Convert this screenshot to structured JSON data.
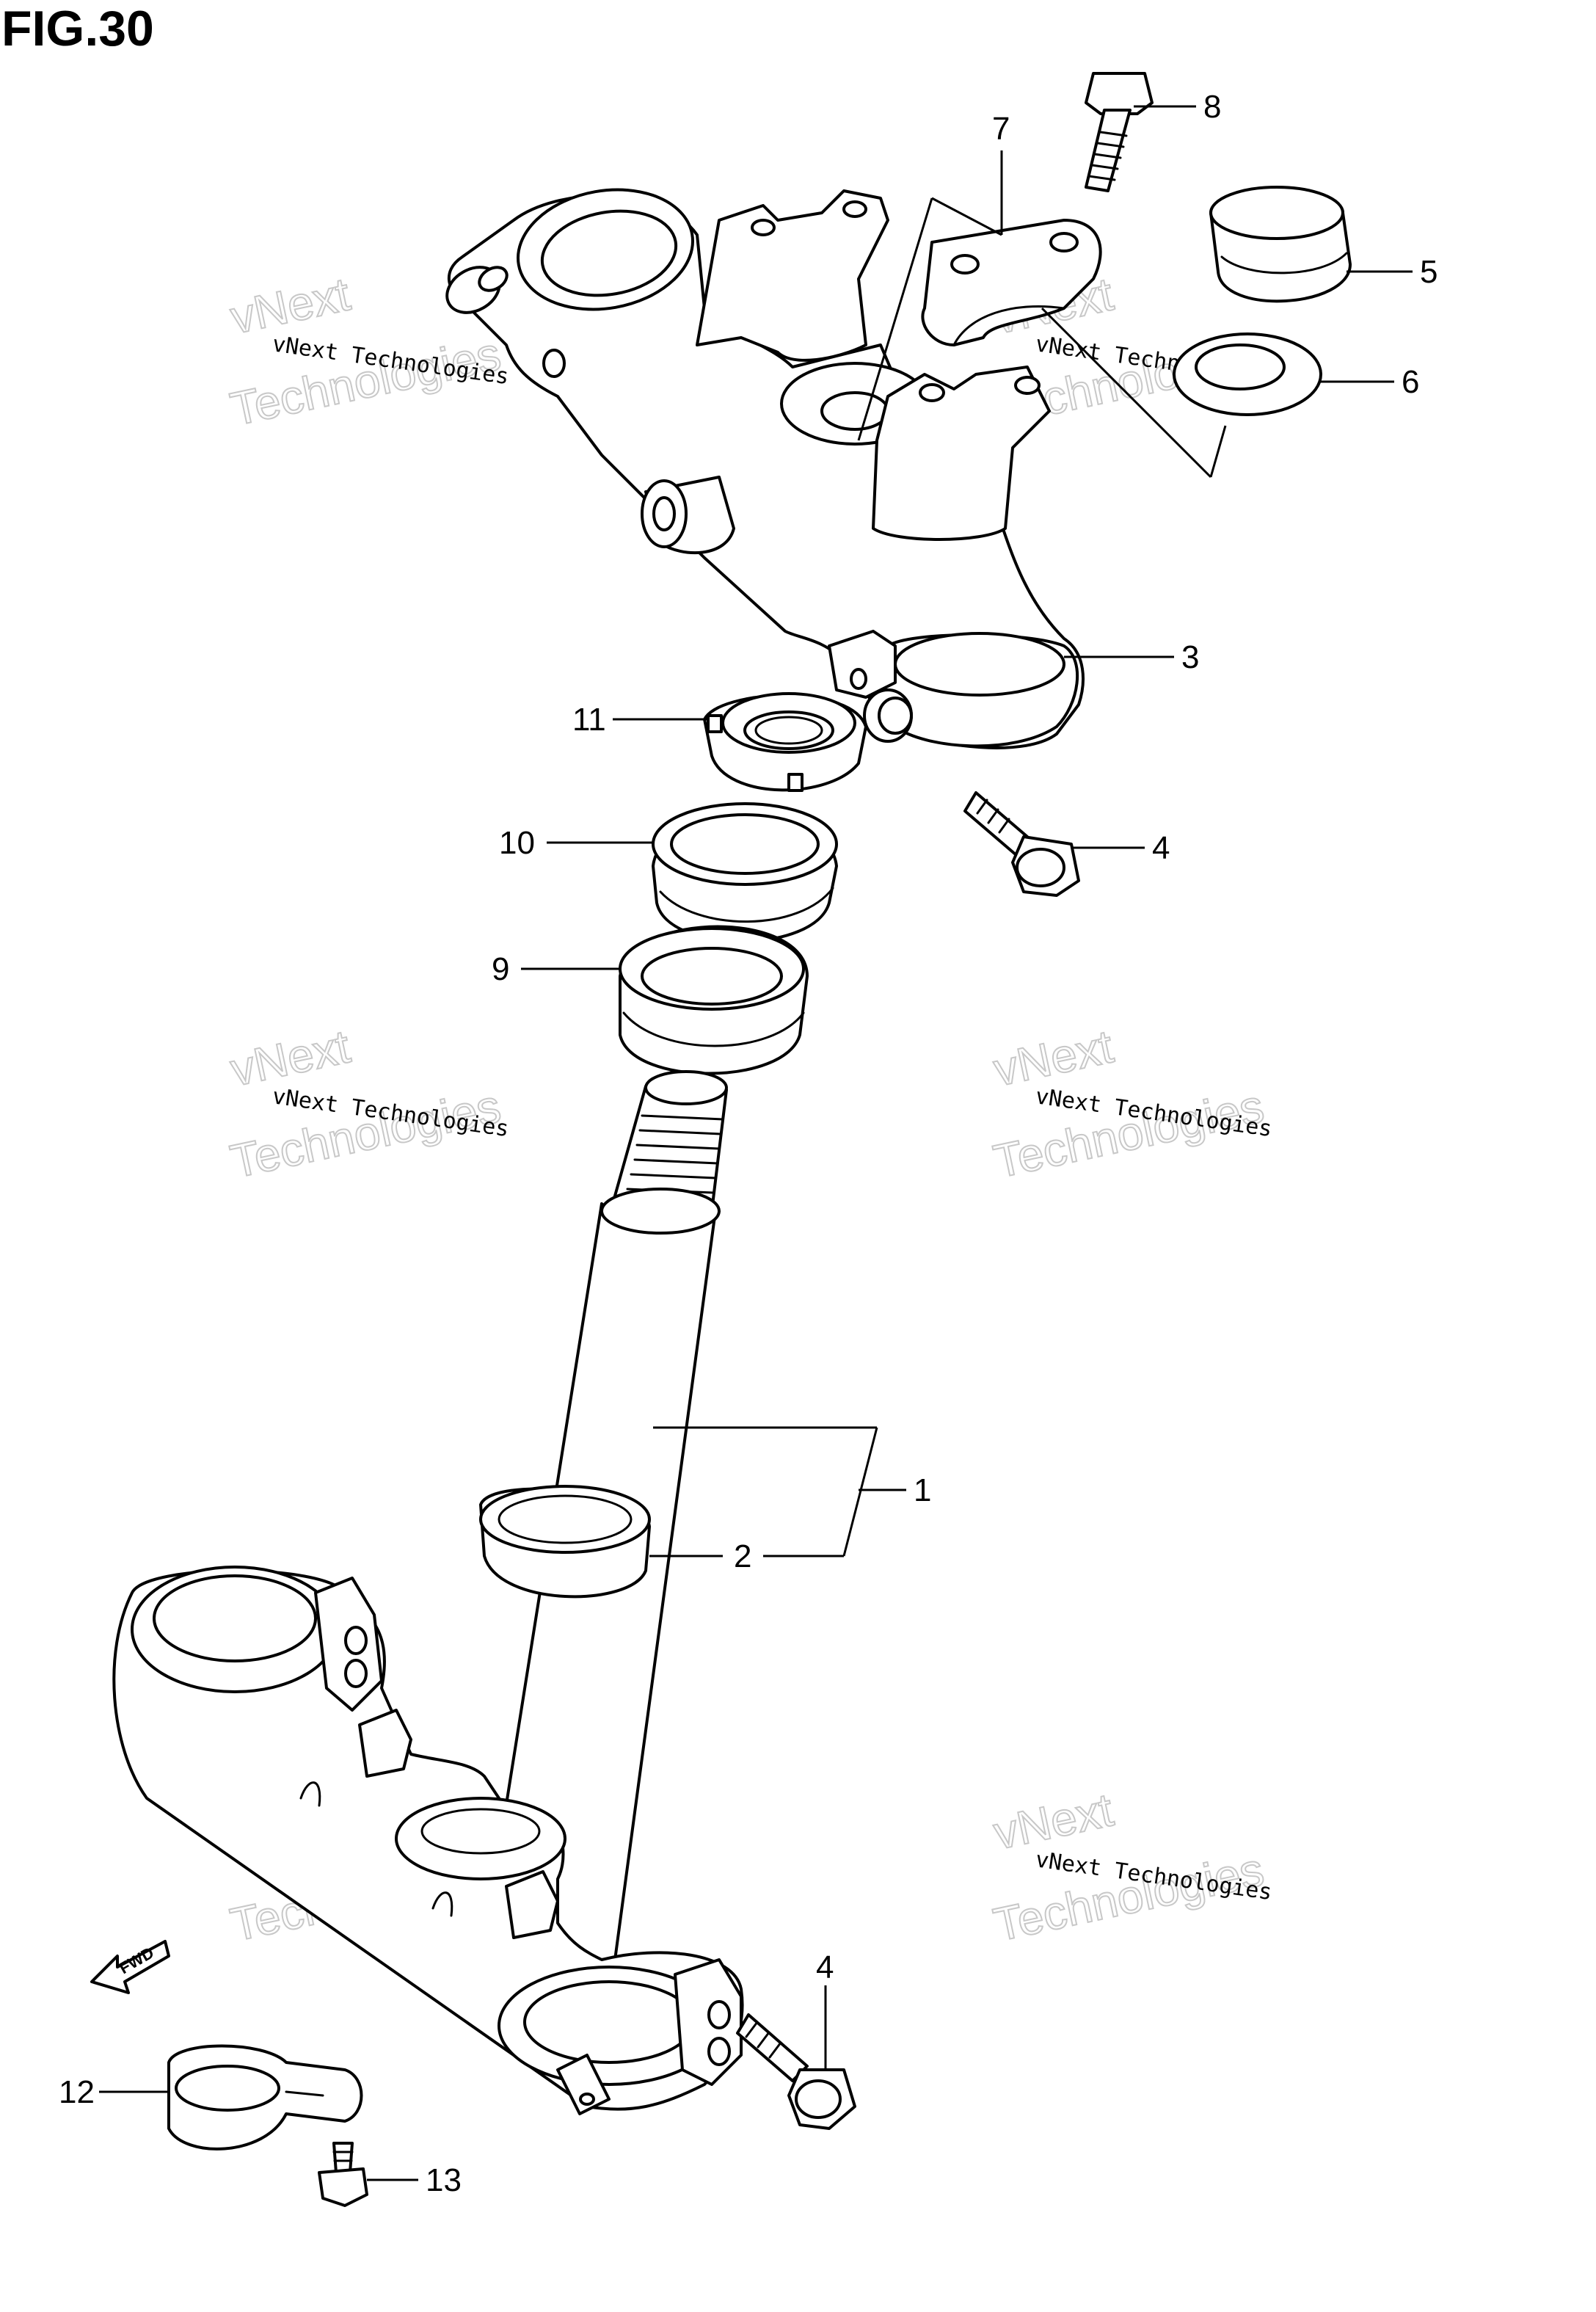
{
  "figure": {
    "title": "FIG.30"
  },
  "callouts": {
    "c1": "1",
    "c2": "2",
    "c3": "3",
    "c4a": "4",
    "c4b": "4",
    "c5": "5",
    "c6": "6",
    "c7": "7",
    "c8": "8",
    "c9": "9",
    "c10": "10",
    "c11": "11",
    "c12": "12",
    "c13": "13"
  },
  "watermark": {
    "line1": "vNext Technologies",
    "line2": "vNext",
    "line3": "Technologies"
  },
  "direction_marker": {
    "label": "FWD"
  }
}
